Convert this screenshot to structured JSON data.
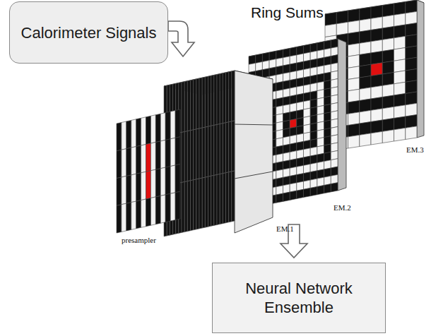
{
  "diagram": {
    "nodes": [
      {
        "text": [
          "Calorimeter Signals"
        ]
      },
      {
        "text": [
          "Neural Network Ensemble"
        ]
      }
    ],
    "labels": [
      "Ring Sums",
      "EM.1",
      "EM.2",
      "EM.3",
      "presampler"
    ]
  }
}
